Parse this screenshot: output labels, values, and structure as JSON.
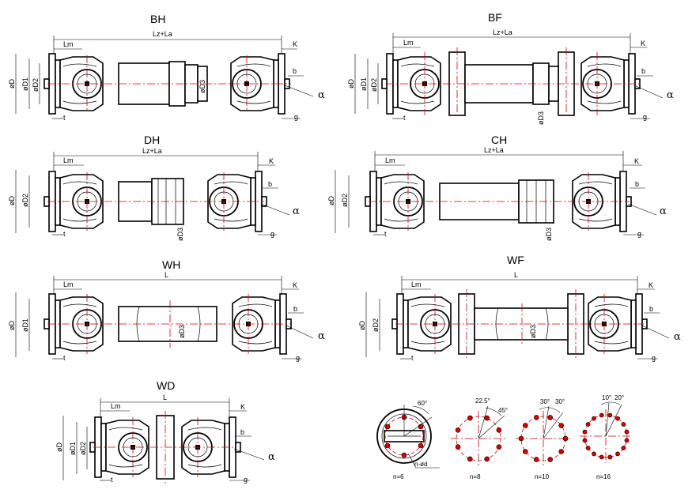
{
  "diagrams": [
    {
      "id": "bh",
      "title": "BH",
      "top_label": "Lz+La",
      "Lm": "Lm",
      "K": "K",
      "t": "t",
      "g": "g",
      "b": "b",
      "alpha": "α",
      "D": "øD",
      "D1": "øD1",
      "D2": "øD2",
      "D3": "øD3"
    },
    {
      "id": "bf",
      "title": "BF",
      "top_label": "Lz+La",
      "Lm": "Lm",
      "K": "K",
      "t": "t",
      "g": "g",
      "b": "b",
      "alpha": "α",
      "D": "øD",
      "D1": "øD1",
      "D2": "øD2",
      "D3": "øD3"
    },
    {
      "id": "dh",
      "title": "DH",
      "top_label": "Lz+La",
      "Lm": "Lm",
      "K": "K",
      "t": "t",
      "g": "g",
      "b": "b",
      "alpha": "α",
      "D": "øD",
      "D2": "øD2",
      "D3": "øD3"
    },
    {
      "id": "ch",
      "title": "CH",
      "top_label": "Lz+La",
      "Lm": "Lm",
      "K": "K",
      "t": "t",
      "g": "g",
      "b": "b",
      "alpha": "α",
      "D": "øD",
      "D2": "øD2",
      "D3": "øD3"
    },
    {
      "id": "wh",
      "title": "WH",
      "top_label": "L",
      "Lm": "Lm",
      "K": "K",
      "t": "t",
      "g": "g",
      "b": "b",
      "alpha": "α",
      "D": "øD",
      "D1": "øD1",
      "D3": "øD3"
    },
    {
      "id": "wf",
      "title": "WF",
      "top_label": "L",
      "Lm": "Lm",
      "K": "K",
      "t": "t",
      "g": "g",
      "b": "b",
      "alpha": "α",
      "D": "øD",
      "D2": "øD2",
      "D3": "øD3"
    },
    {
      "id": "wd",
      "title": "WD",
      "top_label": "L",
      "Lm": "Lm",
      "K": "K",
      "t": "t",
      "g": "g",
      "b": "b",
      "alpha": "α",
      "D": "øD",
      "D1": "øD1",
      "D2": "øD2"
    }
  ],
  "bolt_patterns": [
    {
      "n_label": "n=6",
      "bolts": 6,
      "angles": [
        "60°"
      ],
      "hole_label": "n-ød"
    },
    {
      "n_label": "n=8",
      "bolts": 8,
      "angles": [
        "22.5°",
        "45°"
      ]
    },
    {
      "n_label": "n=10",
      "bolts": 10,
      "angles": [
        "30°",
        "30°"
      ]
    },
    {
      "n_label": "n=16",
      "bolts": 16,
      "angles": [
        "10°",
        "20°"
      ]
    }
  ]
}
